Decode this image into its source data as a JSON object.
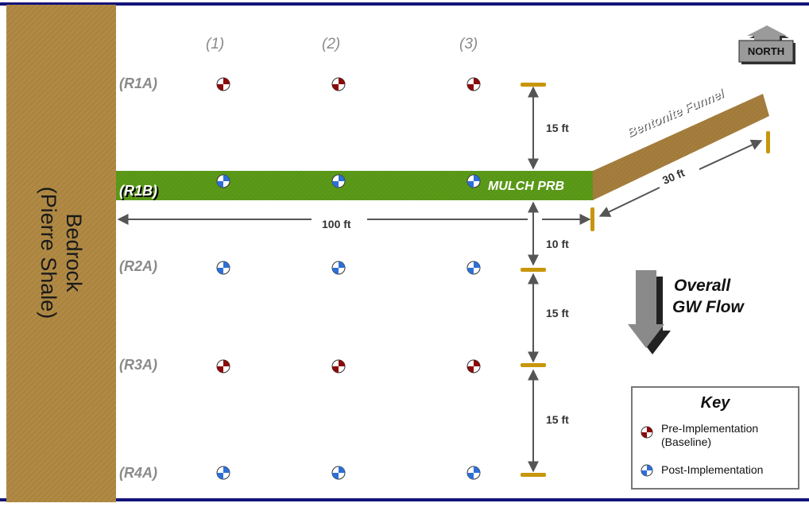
{
  "bedrock": {
    "line1": "Bedrock",
    "line2": "(Pierre Shale)"
  },
  "north": {
    "label": "NORTH"
  },
  "columns": [
    "(1)",
    "(2)",
    "(3)"
  ],
  "rows": [
    "(R1A)",
    "(R1B)",
    "(R2A)",
    "(R3A)",
    "(R4A)"
  ],
  "prb": {
    "label": "MULCH PRB",
    "color": "#5b9a19"
  },
  "funnel": {
    "label": "Bentonite Funnel",
    "color": "#a07a3c"
  },
  "dimensions": {
    "d15a": "15 ft",
    "d10": "10 ft",
    "d15b": "15 ft",
    "d15c": "15 ft",
    "d100": "100 ft",
    "d30": "30 ft"
  },
  "flow": {
    "line1": "Overall",
    "line2": "GW Flow"
  },
  "key": {
    "title": "Key",
    "pre_line1": "Pre-Implementation",
    "pre_line2": "(Baseline)",
    "post": "Post-Implementation"
  },
  "colors": {
    "pre": "#8b0a0a",
    "post": "#2e6fd6",
    "bedrock": "#b08a45",
    "frame": "#101080",
    "tick": "#c8960a"
  }
}
